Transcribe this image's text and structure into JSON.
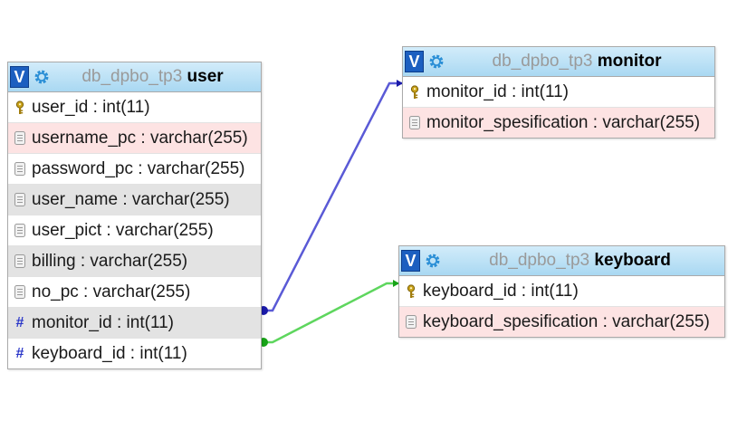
{
  "tables": {
    "user": {
      "db": "db_dpbo_tp3",
      "name": "user",
      "columns": [
        {
          "text": "user_id : int(11)",
          "icon": "key-icon",
          "bg": "white"
        },
        {
          "text": "username_pc : varchar(255)",
          "icon": "column-icon",
          "bg": "pink"
        },
        {
          "text": "password_pc : varchar(255)",
          "icon": "column-icon",
          "bg": "white"
        },
        {
          "text": "user_name : varchar(255)",
          "icon": "column-icon",
          "bg": "gray"
        },
        {
          "text": "user_pict : varchar(255)",
          "icon": "column-icon",
          "bg": "white"
        },
        {
          "text": "billing : varchar(255)",
          "icon": "column-icon",
          "bg": "gray"
        },
        {
          "text": "no_pc : varchar(255)",
          "icon": "column-icon",
          "bg": "white"
        },
        {
          "text": "monitor_id : int(11)",
          "icon": "hash-icon",
          "bg": "gray"
        },
        {
          "text": "keyboard_id : int(11)",
          "icon": "hash-icon",
          "bg": "white"
        }
      ]
    },
    "monitor": {
      "db": "db_dpbo_tp3",
      "name": "monitor",
      "columns": [
        {
          "text": "monitor_id : int(11)",
          "icon": "key-icon",
          "bg": "white"
        },
        {
          "text": "monitor_spesification : varchar(255)",
          "icon": "column-icon",
          "bg": "pink"
        }
      ]
    },
    "keyboard": {
      "db": "db_dpbo_tp3",
      "name": "keyboard",
      "columns": [
        {
          "text": "keyboard_id : int(11)",
          "icon": "key-icon",
          "bg": "white"
        },
        {
          "text": "keyboard_spesification : varchar(255)",
          "icon": "column-icon",
          "bg": "pink"
        }
      ]
    }
  },
  "toggle_label": "V",
  "relations": [
    {
      "from": "user.monitor_id",
      "to": "monitor.monitor_id",
      "color": "#5a5ad6"
    },
    {
      "from": "user.keyboard_id",
      "to": "keyboard.keyboard_id",
      "color": "#5ed65e"
    }
  ],
  "colors": {
    "header_top": "#d2ecfa",
    "header_bottom": "#a9d8f2",
    "toggle": "#1c5fc0",
    "row_pink": "#fde3e3",
    "row_gray": "#e3e3e3"
  }
}
